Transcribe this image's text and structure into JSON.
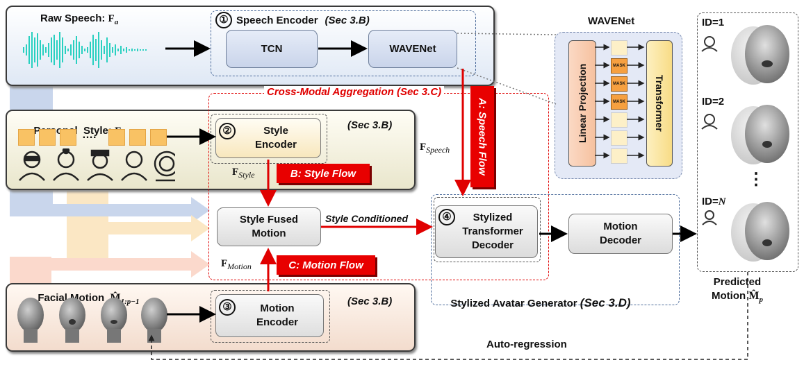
{
  "raw_speech": {
    "label": "Raw Speech: ",
    "symbol": "F",
    "sub": "a"
  },
  "speech_encoder": {
    "num": "①",
    "title": "Speech Encoder",
    "sec": "(Sec 3.B)",
    "tcn": "TCN",
    "wavenet": "WAVENet"
  },
  "personal_style": {
    "label": "Personal  Style: ",
    "symbol": "F",
    "sub": "s",
    "sec": "(Sec 3.B)",
    "dots": "…."
  },
  "style_encoder": {
    "num": "②",
    "line1": "Style",
    "line2": "Encoder"
  },
  "cross_modal": {
    "title": "Cross-Modal Aggregation (Sec 3.C)"
  },
  "flows": {
    "speech": "A: Speech Flow",
    "style": "B: Style Flow",
    "motion": "C: Motion Flow",
    "style_conditioned": "Style Conditioned"
  },
  "features": {
    "style": "Style",
    "speech": "Speech",
    "motion": "Motion",
    "bold_f": "F"
  },
  "style_fused": {
    "line1": "Style Fused",
    "line2": "Motion"
  },
  "decoder": {
    "num": "④",
    "line1": "Stylized",
    "line2": "Transformer",
    "line3": "Decoder"
  },
  "motion_decoder": {
    "line1": "Motion",
    "line2": "Decoder"
  },
  "generator": {
    "title": "Stylized Avatar Generator ",
    "sec": "(Sec 3.D)"
  },
  "facial_motion": {
    "label": "Facial Motion  ",
    "symbol": "M̂",
    "sub": "1:p−1",
    "sec": "(Sec 3.B)"
  },
  "motion_encoder": {
    "num": "③",
    "line1": "Motion",
    "line2": "Encoder"
  },
  "wavenet_detail": {
    "title": "WAVENet",
    "linear": "Linear Projection",
    "transformer": "Transformer",
    "mask": "MASK"
  },
  "ids": {
    "id1": "ID=1",
    "id2": "ID=2",
    "idn_prefix": "ID=",
    "idn_var": "N",
    "vdots": "⋮"
  },
  "predicted": {
    "line1": "Predicted",
    "line2": "Motion ",
    "symbol": "M̂",
    "sub": "p"
  },
  "autoregression": "Auto-regression"
}
